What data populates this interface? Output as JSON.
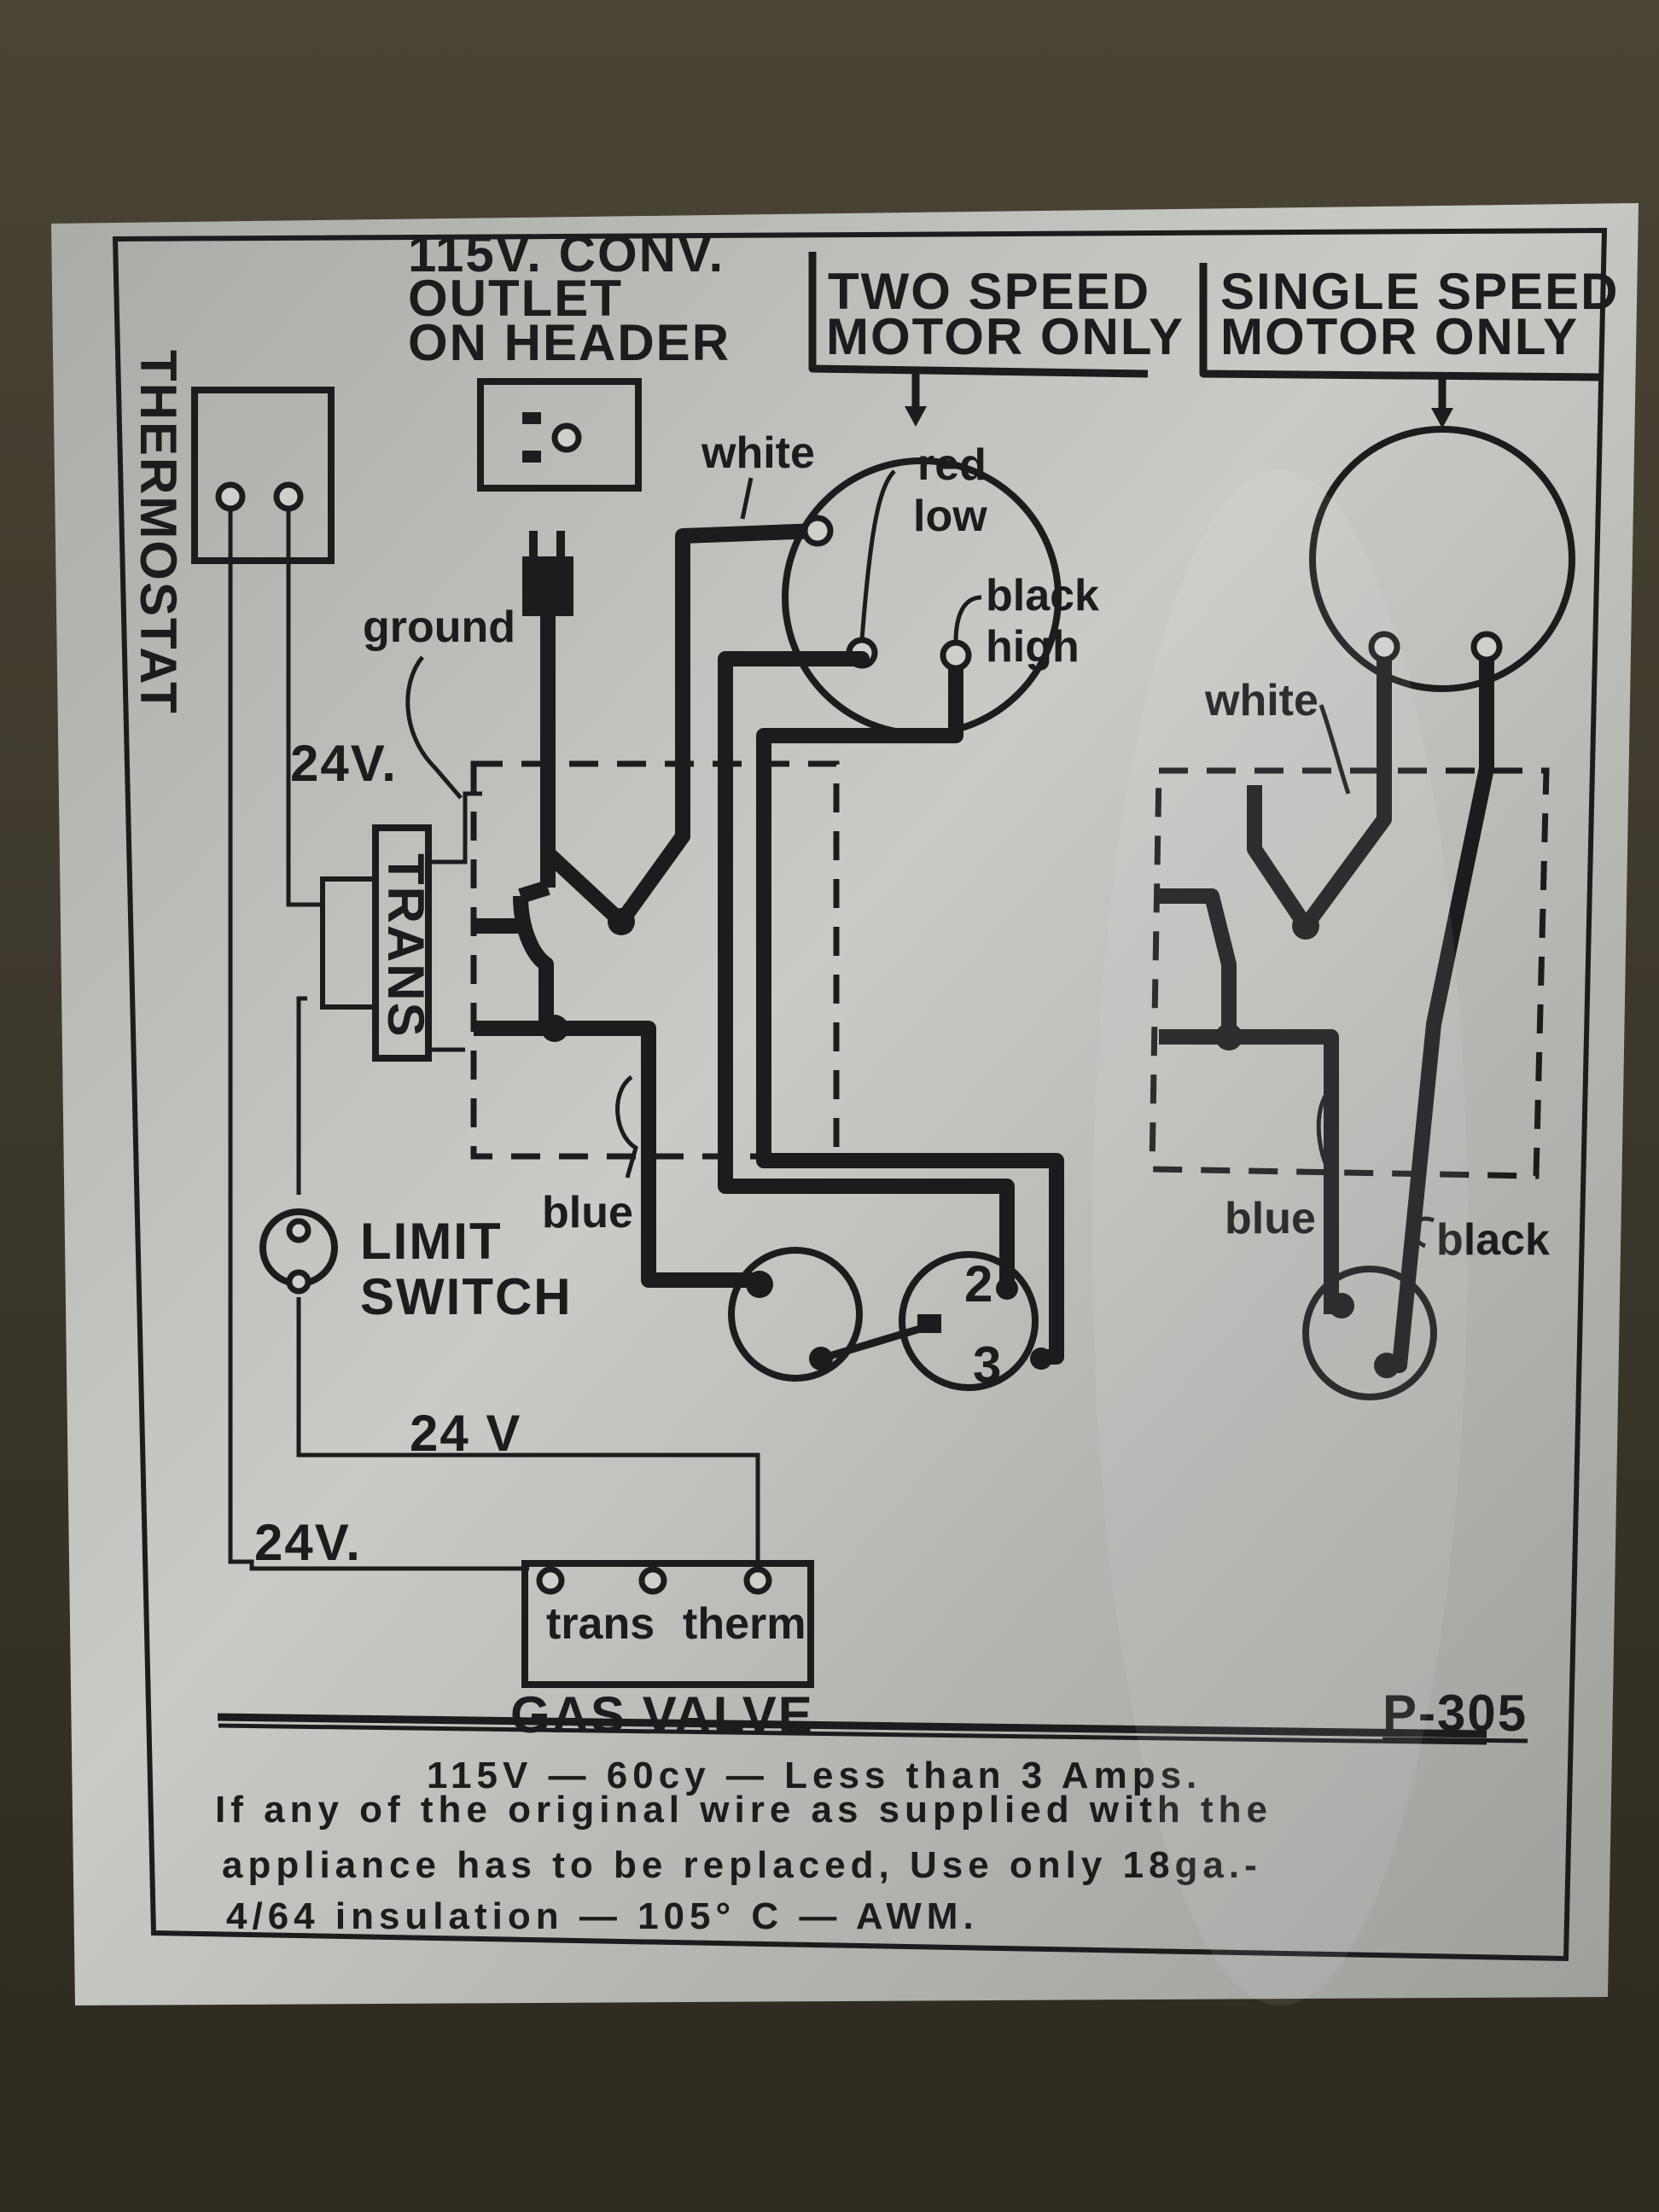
{
  "labels": {
    "outlet": [
      "115V. CONV.",
      "OUTLET",
      "ON HEADER"
    ],
    "two_speed": [
      "TWO SPEED",
      "MOTOR ONLY"
    ],
    "single_speed": [
      "SINGLE SPEED",
      "MOTOR ONLY"
    ],
    "thermostat": "THERMOSTAT",
    "trans": "TRANS",
    "limit_switch": [
      "LIMIT",
      "SWITCH"
    ],
    "gas_valve": "GAS VALVE",
    "volt_24_a": "24V.",
    "volt_24_b": "24 V",
    "volt_24_c": "24V.",
    "ground": "ground",
    "white_1": "white",
    "white_2": "white",
    "red": "red",
    "low": "low",
    "black_1": "black",
    "high": "high",
    "blue_1": "blue",
    "blue_2": "blue",
    "black_2": "black",
    "term_2": "2",
    "term_3": "3",
    "valve_trans": "trans",
    "valve_therm": "therm",
    "part_number": "P-305"
  },
  "footer": [
    "115V — 60cy — Less than 3 Amps.",
    "If any of the original wire as supplied with the",
    "appliance has to be replaced, Use only 18ga.-",
    "4/64 insulation — 105° C — AWM."
  ],
  "colors": {
    "background": "#3b3528",
    "plate": "#b8bab6",
    "ink": "#1c1c1e"
  }
}
